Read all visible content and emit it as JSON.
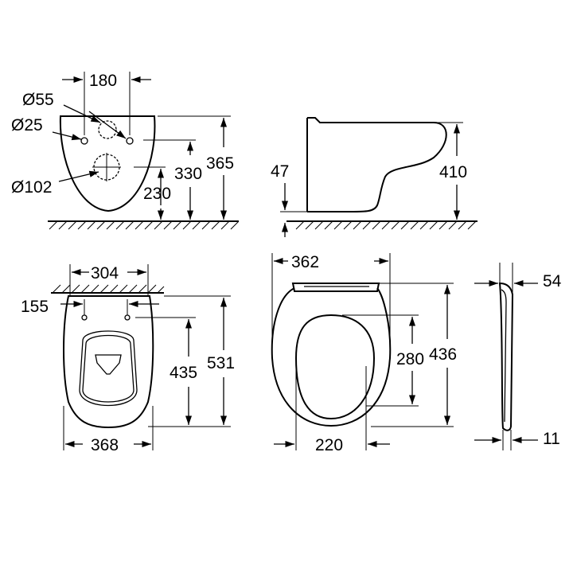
{
  "drawing": {
    "side_view_rear": {
      "width_180": "180",
      "dia_55": "Ø55",
      "dia_25": "Ø25",
      "dia_102": "Ø102",
      "h_230": "230",
      "h_330": "330",
      "h_365": "365"
    },
    "side_view": {
      "h_47": "47",
      "h_410": "410"
    },
    "top_view": {
      "w_304": "304",
      "w_155": "155",
      "w_368": "368",
      "l_435": "435",
      "l_531": "531"
    },
    "seat_view": {
      "w_362": "362",
      "h_280": "280",
      "h_436": "436",
      "w_220": "220"
    },
    "seat_profile": {
      "t_54": "54",
      "t_11": "11"
    }
  }
}
